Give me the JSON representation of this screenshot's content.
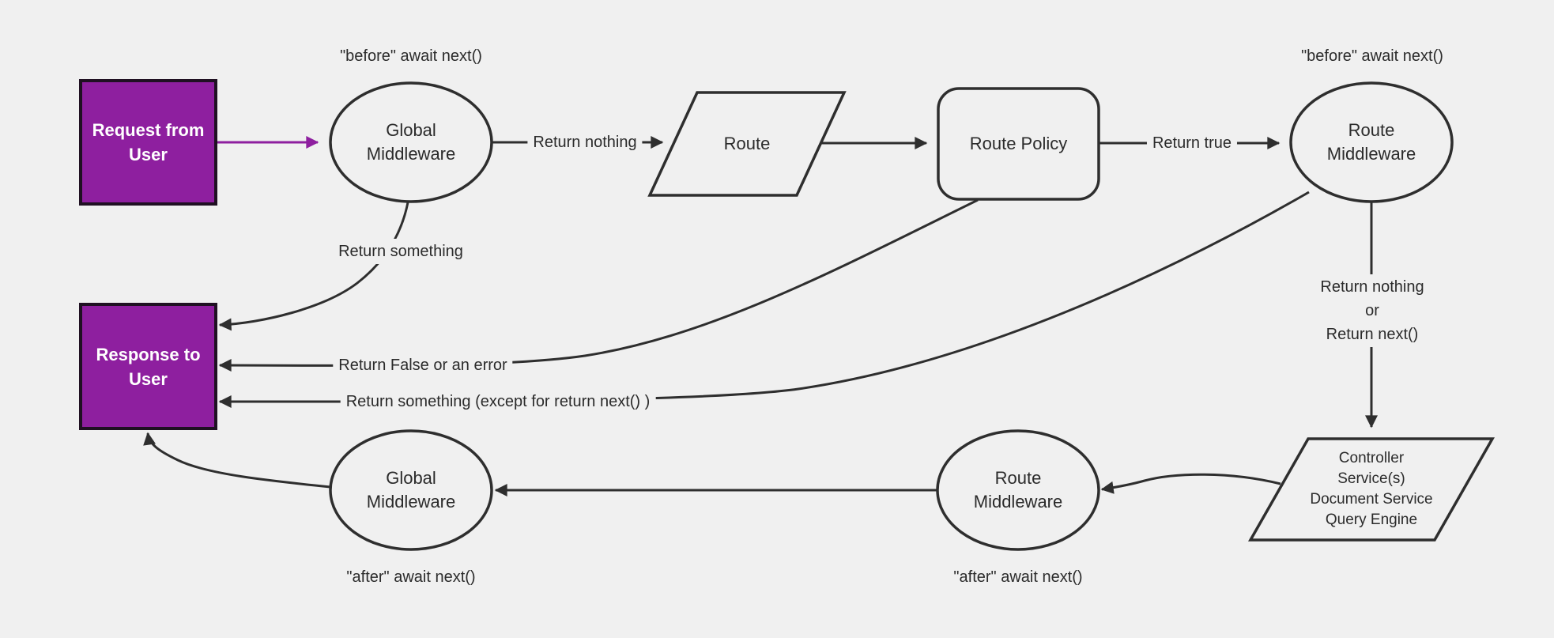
{
  "diagram": {
    "background_color": "#f0f0f0",
    "line_color": "#2e2e2e",
    "accent_purple": "#8e1f9f",
    "text_color": "#2b2b2b"
  },
  "nodes": {
    "request": {
      "label": "Request from\nUser"
    },
    "global_middleware_top": {
      "label": "Global\nMiddleware"
    },
    "route": {
      "label": "Route"
    },
    "route_policy": {
      "label": "Route Policy"
    },
    "route_middleware_top": {
      "label": "Route\nMiddleware"
    },
    "controller": {
      "label": "Controller\nService(s)\nDocument Service\nQuery Engine"
    },
    "route_middleware_bottom": {
      "label": "Route\nMiddleware"
    },
    "global_middleware_bottom": {
      "label": "Global\nMiddleware"
    },
    "response": {
      "label": "Response to\nUser"
    }
  },
  "edge_labels": {
    "before_await_next_global": "\"before\" await next()",
    "before_await_next_route": "\"before\" await next()",
    "return_nothing": "Return nothing",
    "return_true": "Return true",
    "return_something": "Return something",
    "return_false_or_error": "Return False or an error",
    "return_something_except": "Return something (except for return next() )",
    "return_nothing_or_next": "Return nothing\nor\nReturn next()",
    "after_await_next_route": "\"after\" await next()",
    "after_await_next_global": "\"after\" await next()"
  }
}
